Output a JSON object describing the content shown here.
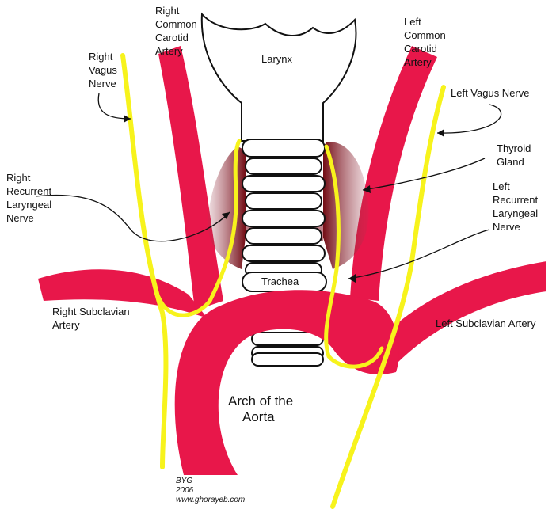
{
  "labels": {
    "larynx": "Larynx",
    "trachea": "Trachea",
    "arch_line1": "Arch of the",
    "arch_line2": "Aorta",
    "right_vagus": [
      "Right",
      "Vagus",
      "Nerve"
    ],
    "right_common_carotid": [
      "Right",
      "Common",
      "Carotid",
      "Artery"
    ],
    "left_common_carotid": [
      "Left",
      "Common",
      "Carotid",
      "Artery"
    ],
    "left_vagus": "Left Vagus Nerve",
    "thyroid": [
      "Thyroid",
      "Gland"
    ],
    "right_recurrent": [
      "Right",
      "Recurrent",
      "Laryngeal",
      "Nerve"
    ],
    "left_recurrent": [
      "Left",
      "Recurrent",
      "Laryngeal",
      "Nerve"
    ],
    "right_subclavian": [
      "Right Subclavian",
      "Artery"
    ],
    "left_subclavian": "Left Subclavian Artery"
  },
  "credit": [
    "BYG",
    "2006",
    "www.ghorayeb.com"
  ],
  "colors": {
    "artery": "#e8174a",
    "nerve": "#f7f31c",
    "thyroid_dark": "#6b0008",
    "outline": "#111111",
    "background": "#ffffff"
  }
}
